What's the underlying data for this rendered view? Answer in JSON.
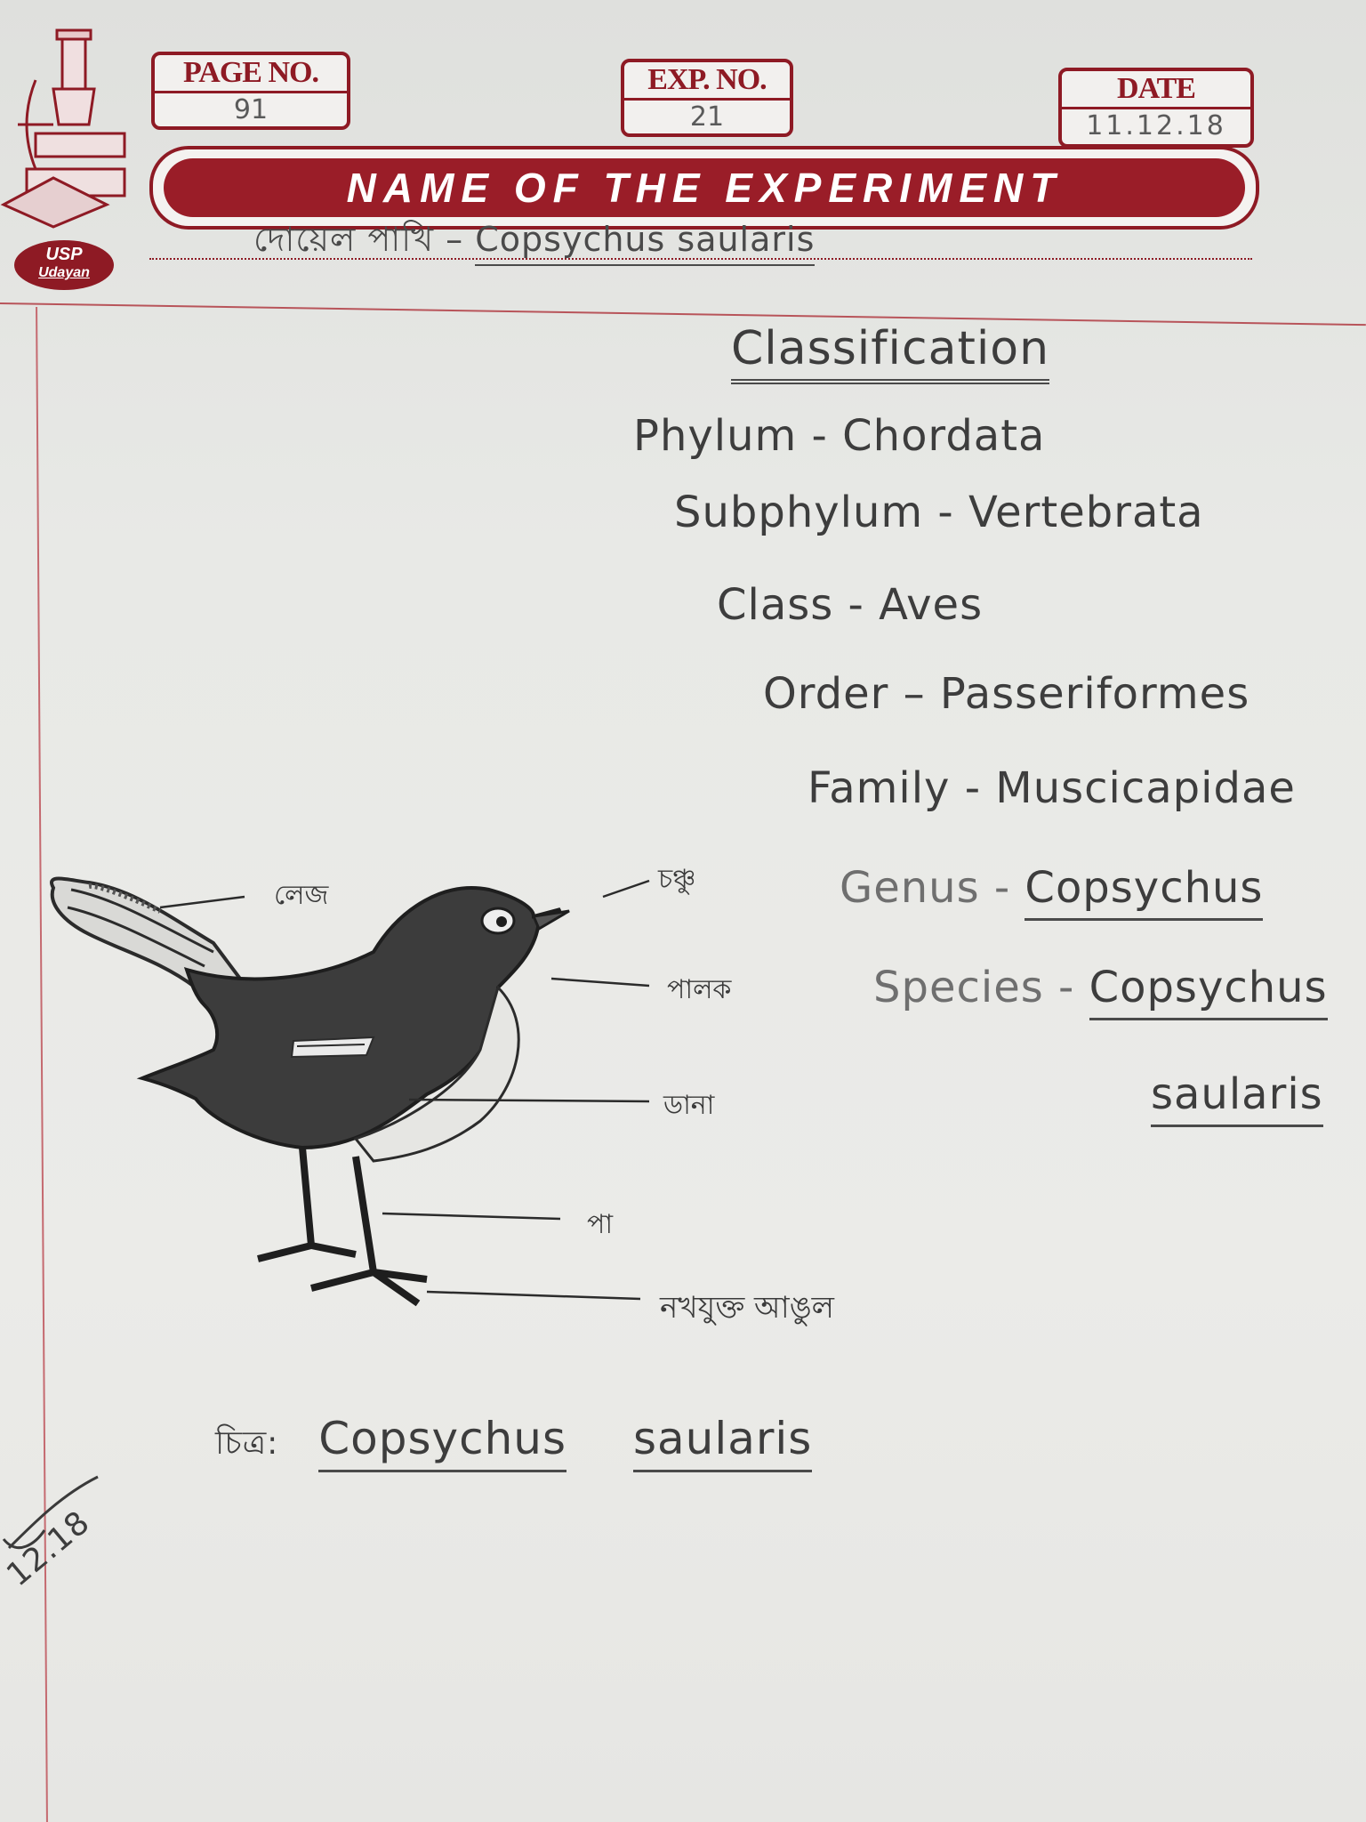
{
  "header": {
    "page_no_label": "PAGE NO.",
    "page_no_value": "91",
    "exp_no_label": "EXP. NO.",
    "exp_no_value": "21",
    "date_label": "DATE",
    "date_value": "11.12.18",
    "banner_title": "NAME OF THE EXPERIMENT",
    "logo_top": "USP",
    "logo_bottom": "Udayan",
    "experiment_name_bengali": "দোয়েল পাখি",
    "experiment_name_sep": " – ",
    "experiment_name_latin": "Copsychus saularis"
  },
  "classification": {
    "heading": "Classification",
    "phylum": "Phylum - Chordata",
    "subphylum": "Subphylum - Vertebrata",
    "class": "Class - Aves",
    "order": "Order – Passeriformes",
    "family": "Family - Muscicapidae",
    "genus_prefix": "Genus - ",
    "genus_name": "Copsychus",
    "species_prefix": "Species - ",
    "species_name_1": "Copsychus",
    "species_name_2": "saularis"
  },
  "diagram": {
    "labels": {
      "tail": "লেজ",
      "beak": "চঞ্চু",
      "feather": "পালক",
      "wing": "ডানা",
      "leg": "পা",
      "claws": "নখযুক্ত আঙুল"
    },
    "caption_prefix": "চিত্র:",
    "caption_name_1": "Copsychus",
    "caption_name_2": "saularis"
  },
  "margin_note": "12.18"
}
